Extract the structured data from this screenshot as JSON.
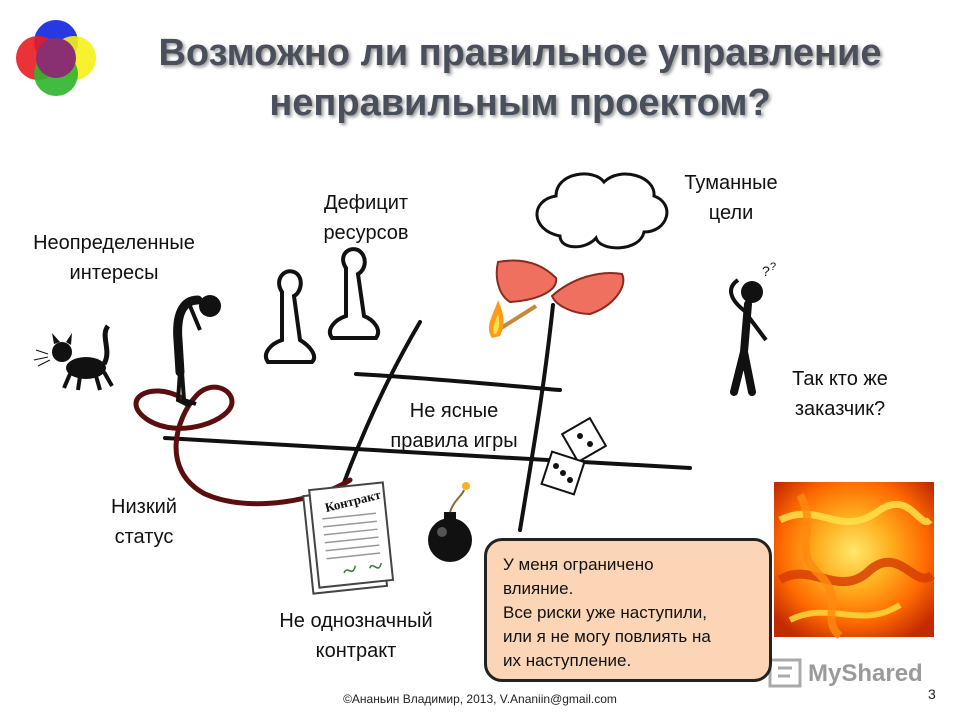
{
  "title": {
    "line1": "Возможно ли правильное управление",
    "line2": "неправильным проектом?"
  },
  "labels": {
    "uncertain_interests": [
      "Неопределенные",
      "интересы"
    ],
    "resource_deficit": [
      "Дефицит",
      "ресурсов"
    ],
    "foggy_goals": [
      "Туманные",
      "цели"
    ],
    "who_is_customer": [
      "Так кто же",
      "заказчик?"
    ],
    "unclear_rules": [
      "Не ясные",
      "правила игры"
    ],
    "low_status": [
      "Низкий",
      "статус"
    ],
    "ambiguous_contract": [
      "Не однозначный",
      "контракт"
    ]
  },
  "contract_doc": {
    "title": "Контракт"
  },
  "note": {
    "lines": [
      "У меня ограничено",
      "влияние.",
      "Все риски уже наступили,",
      "или я не могу повлиять на",
      "их наступление."
    ],
    "bg_color": "#fbd5b5"
  },
  "watermark": {
    "text": "MyShared"
  },
  "footer": "©Ананьин Владимир, 2013, V.Ananiin@gmail.com",
  "page_number": "3",
  "colors": {
    "title": "#4a4f5c",
    "fire_dark": "#e05a00",
    "fire_light": "#ffd83a",
    "hand": "#f07060"
  },
  "icons": [
    "color-circles-logo-icon",
    "cat-icon",
    "sad-person-icon",
    "pawn-icon",
    "cloud-icon",
    "hands-icon",
    "matches-icon",
    "confused-person-icon",
    "dice-icon",
    "bomb-icon",
    "fire-image",
    "contract-document-icon"
  ]
}
